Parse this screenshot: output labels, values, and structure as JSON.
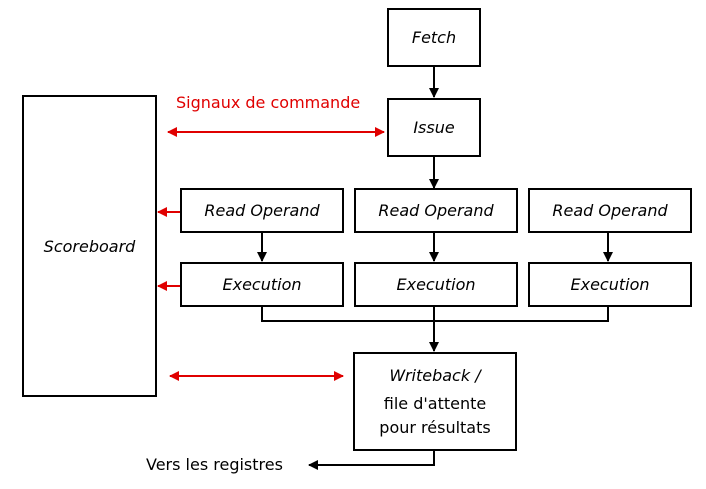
{
  "diagram": {
    "scoreboard": "Scoreboard",
    "fetch": "Fetch",
    "issue": "Issue",
    "read_operand": [
      "Read Operand",
      "Read Operand",
      "Read Operand"
    ],
    "execution": [
      "Execution",
      "Execution",
      "Execution"
    ],
    "writeback_line1": "Writeback /",
    "writeback_line2": "file d'attente",
    "writeback_line3": "pour résultats",
    "control_signals": "Signaux de commande",
    "to_registers": "Vers les registres",
    "colors": {
      "stroke": "#000000",
      "signal": "#e00000"
    }
  }
}
